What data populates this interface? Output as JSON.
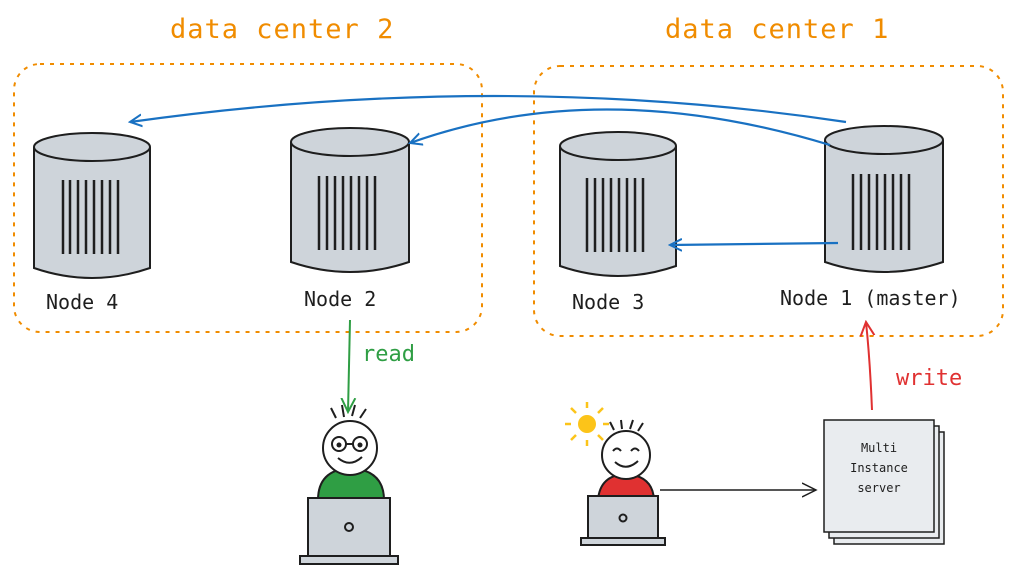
{
  "data_centers": [
    {
      "title": "data center 2"
    },
    {
      "title": "data center 1"
    }
  ],
  "nodes": [
    {
      "label": "Node 4"
    },
    {
      "label": "Node 2"
    },
    {
      "label": "Node 3"
    },
    {
      "label": "Node 1 (master)"
    }
  ],
  "edges": {
    "read_label": "read",
    "write_label": "write"
  },
  "server": {
    "line1": "Multi",
    "line2": "Instance",
    "line3": "server"
  },
  "colors": {
    "container_border": "#f08c00",
    "replication_arrow": "#1971c2",
    "read_arrow": "#2f9e44",
    "write_arrow": "#e03131",
    "cylinder_fill": "#ced4da",
    "reader_shirt": "#2f9e44",
    "writer_shirt": "#e03131",
    "sun": "#fcc419"
  },
  "icons": [
    "database-cylinder-icon",
    "person-icon",
    "laptop-icon",
    "sun-icon",
    "server-stack-icon"
  ]
}
